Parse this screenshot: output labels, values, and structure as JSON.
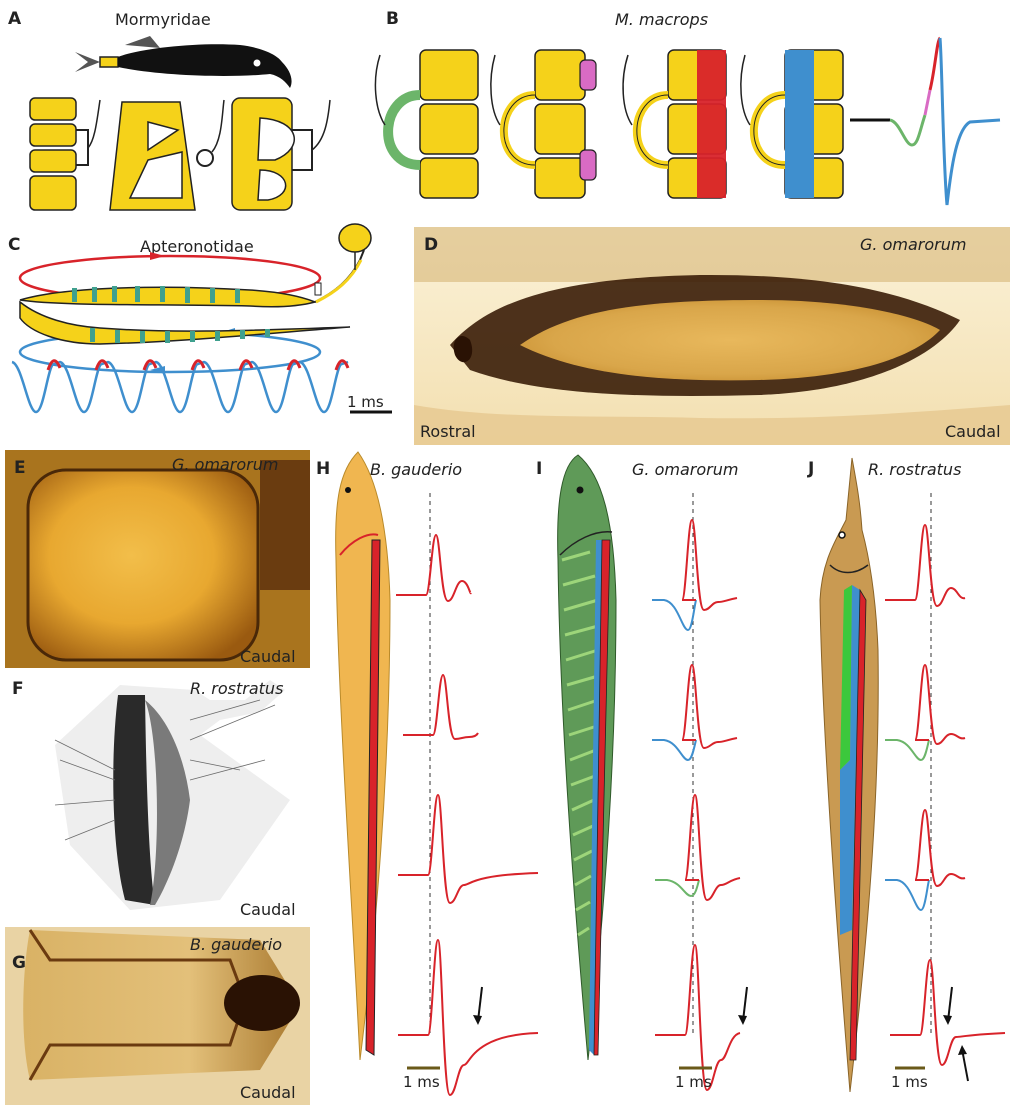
{
  "panels": {
    "A": {
      "label": "A",
      "title": "Mormyridae"
    },
    "B": {
      "label": "B",
      "title": "M. macrops"
    },
    "C": {
      "label": "C",
      "title": "Apteronotidae",
      "scale": "1 ms"
    },
    "D": {
      "label": "D",
      "species": "G. omarorum",
      "left": "Rostral",
      "right": "Caudal"
    },
    "E": {
      "label": "E",
      "species": "G. omarorum",
      "orient": "Caudal"
    },
    "F": {
      "label": "F",
      "species": "R. rostratus",
      "orient": "Caudal"
    },
    "G": {
      "label": "G",
      "species": "B. gauderio",
      "orient": "Caudal"
    },
    "H": {
      "label": "H",
      "species": "B. gauderio",
      "scale": "1 ms"
    },
    "I": {
      "label": "I",
      "species": "G. omarorum",
      "scale": "1 ms"
    },
    "J": {
      "label": "J",
      "species": "R. rostratus",
      "scale": "1 ms"
    }
  },
  "colors": {
    "yellow": "#f5d21a",
    "red": "#d8232a",
    "blue": "#3f8fce",
    "green": "#6cb56a",
    "magenta": "#d96bc4",
    "teal": "#3fa08e",
    "tissue": "#c99a3a",
    "dark": "#3a1d08"
  }
}
